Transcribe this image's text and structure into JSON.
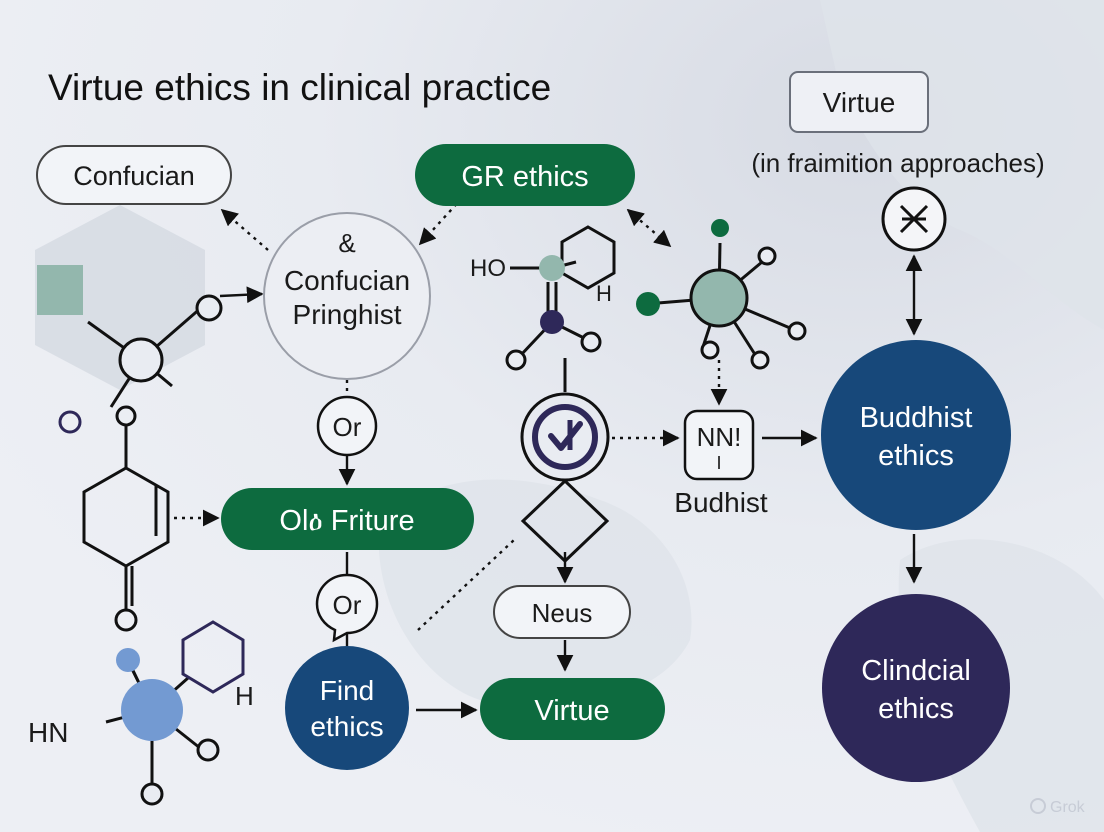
{
  "title": "Virtue ethics in clinical practice",
  "colors": {
    "background": "#e7eaf1",
    "green": "#0d6b3f",
    "navy": "#17487a",
    "indigo": "#2e2859",
    "soft_teal": "#93b7ad",
    "periwinkle": "#739ad2",
    "ink": "#1a1a1a"
  },
  "nodes": {
    "confucian_top": "Confucian",
    "gr_ethics": "GR ethics",
    "virtue_box": "Virtue",
    "framing_caption": "(in fraimition approaches)",
    "confucian_circle": {
      "line1": "&",
      "line2": "Confucian",
      "line3": "Pringhist"
    },
    "or_top": "Or",
    "or_bottom": "Or",
    "old_friture": "Olዕ Friture",
    "find_ethics": {
      "line1": "Find",
      "line2": "ethics"
    },
    "neus": "Neus",
    "virtue_pill": "Virtue",
    "buddhist_ethics": {
      "line1": "Buddhist",
      "line2": "ethics"
    },
    "clinical_ethics": {
      "line1": "Clindcial",
      "line2": "ethics"
    },
    "budhist_label": "Budhist",
    "nn_box": {
      "line1": "NN!",
      "line2": "I"
    }
  },
  "chem_labels": {
    "ho": "HO",
    "h_top": "H",
    "h_bottom": "H",
    "hn": "HN"
  },
  "icons": [
    "bowtie-icon",
    "check-seal-icon",
    "diamond-icon",
    "molecule-icon",
    "hexagon-ring-icon"
  ],
  "watermark": "Grok"
}
